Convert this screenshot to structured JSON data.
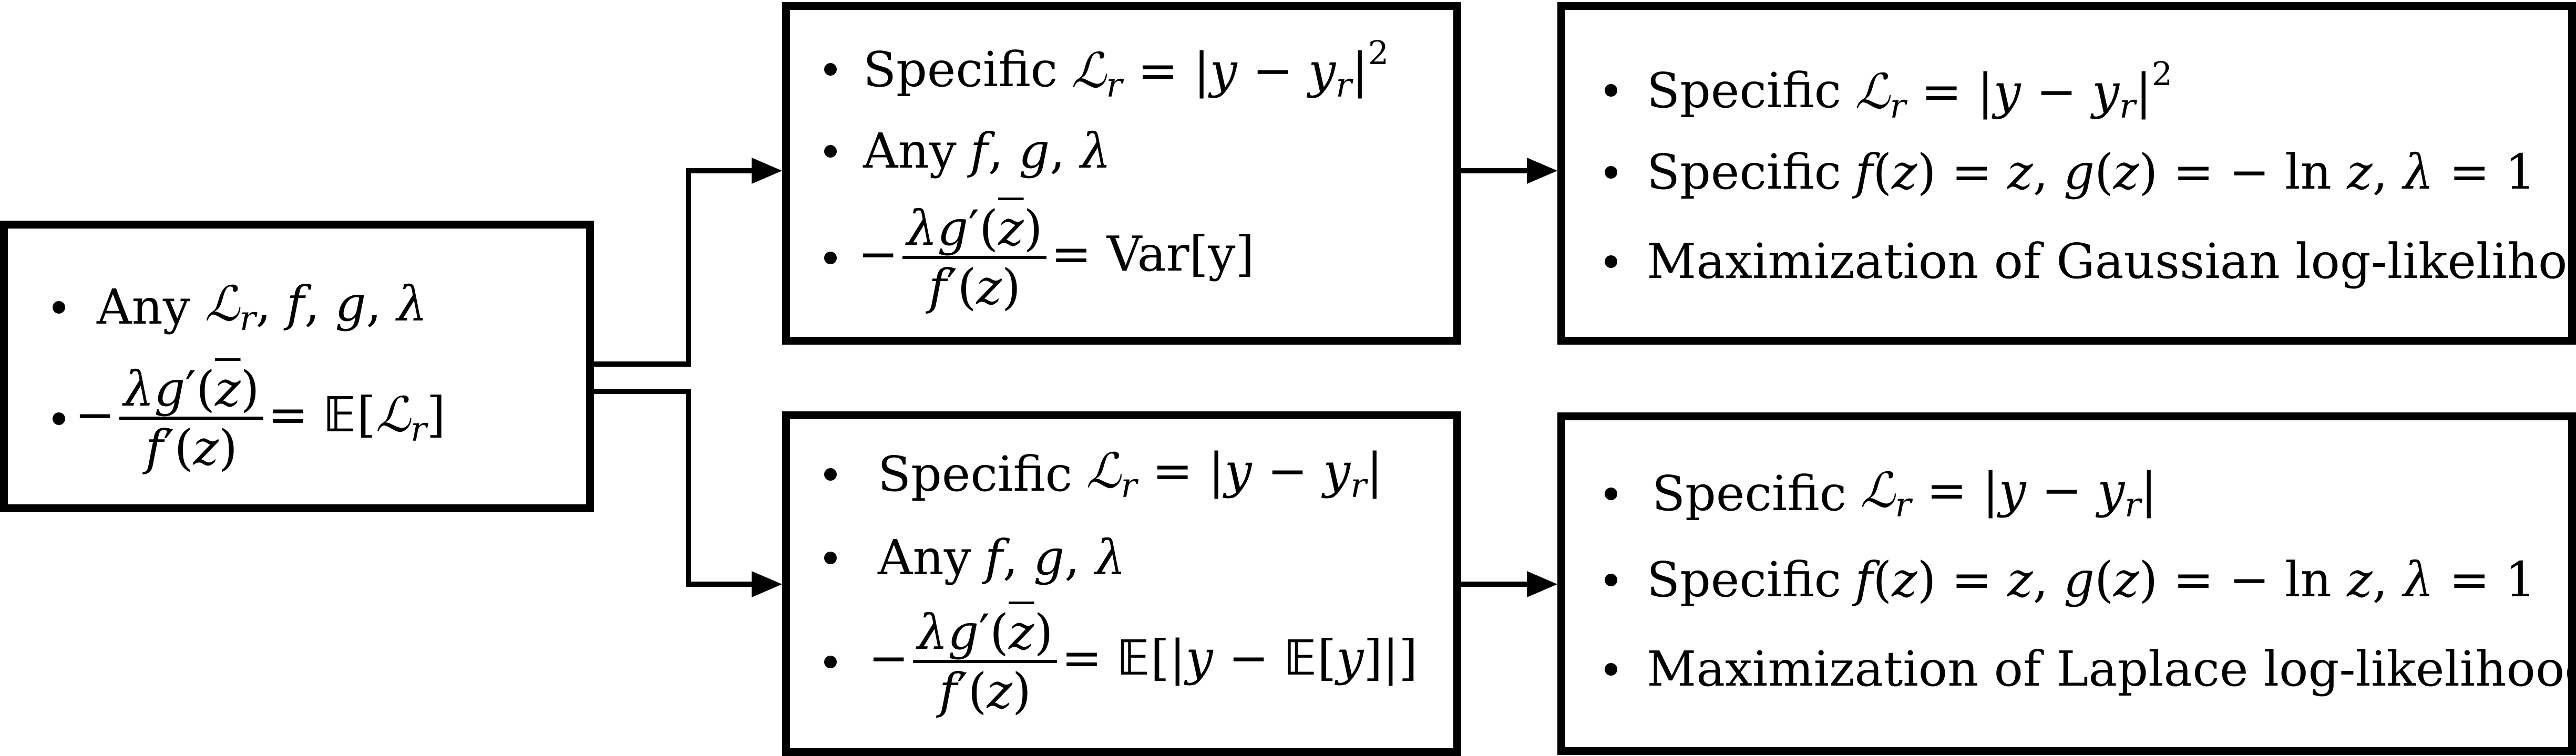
{
  "root": {
    "items": [
      {
        "prefix": "Any",
        "expr": "ℒ"
      },
      {
        "expr": "= 𝔼[ℒ]"
      }
    ]
  },
  "gaussian": {
    "middle": {
      "item1_prefix": "Specific",
      "item2_prefix": "Any",
      "item3_rhs": "Var[y]"
    },
    "right": {
      "item1_prefix": "Specific",
      "item2_prefix": "Specific",
      "item3_text": "Maximization of Gaussian log-likelihood"
    }
  },
  "laplace": {
    "middle": {
      "item1_prefix": "Specific",
      "item2_prefix": "Any"
    },
    "right": {
      "item1_prefix": "Specific",
      "item2_prefix": "Specific",
      "item3_text": "Maximization of Laplace log-likelihood"
    }
  }
}
